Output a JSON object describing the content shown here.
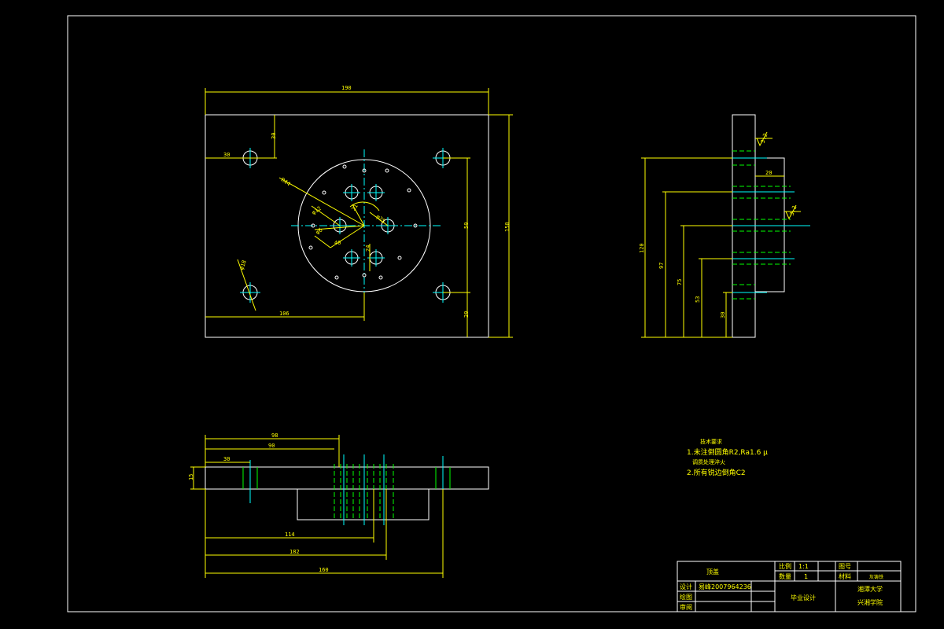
{
  "dims_front": {
    "d190": "190",
    "d150": "150",
    "d30": "30",
    "d30v": "30",
    "d106": "106",
    "d50": "50",
    "d20": "20",
    "dr44": "R44",
    "dphi12": "φ12",
    "dphi6": "φ6",
    "d40": "40",
    "d21": "21",
    "d24": "24",
    "dphi25": "φ25",
    "dphi18": "φ18"
  },
  "dims_side": {
    "d120": "120",
    "d97": "97",
    "d75": "75",
    "d53": "53",
    "d30": "30",
    "d20": "20",
    "rough1": "3.2",
    "rough2": "3.2"
  },
  "dims_bottom": {
    "d98": "98",
    "d90": "90",
    "d30": "30",
    "d15": "15",
    "d114": "114",
    "d182": "182",
    "d160": "160"
  },
  "notes": {
    "title": "技术要求",
    "line1": "1.未注倒圆角R2,Ra1.6 μ",
    "line2": "调质处理淬火",
    "line3": "2.所有锐边倒角C2"
  },
  "title_block": {
    "part_name": "顶盖",
    "scale_label": "比例",
    "scale_value": "1:1",
    "qty_label": "数量",
    "qty_value": "1",
    "drawing_no_label": "图号",
    "material_label": "材料",
    "material_value": "灰铸铁",
    "design_label": "设计",
    "designer": "易峰2007964236",
    "check_label": "绘图",
    "approve_label": "审阅",
    "project": "毕业设计",
    "university": "湘潭大学",
    "college": "兴湘学院"
  }
}
